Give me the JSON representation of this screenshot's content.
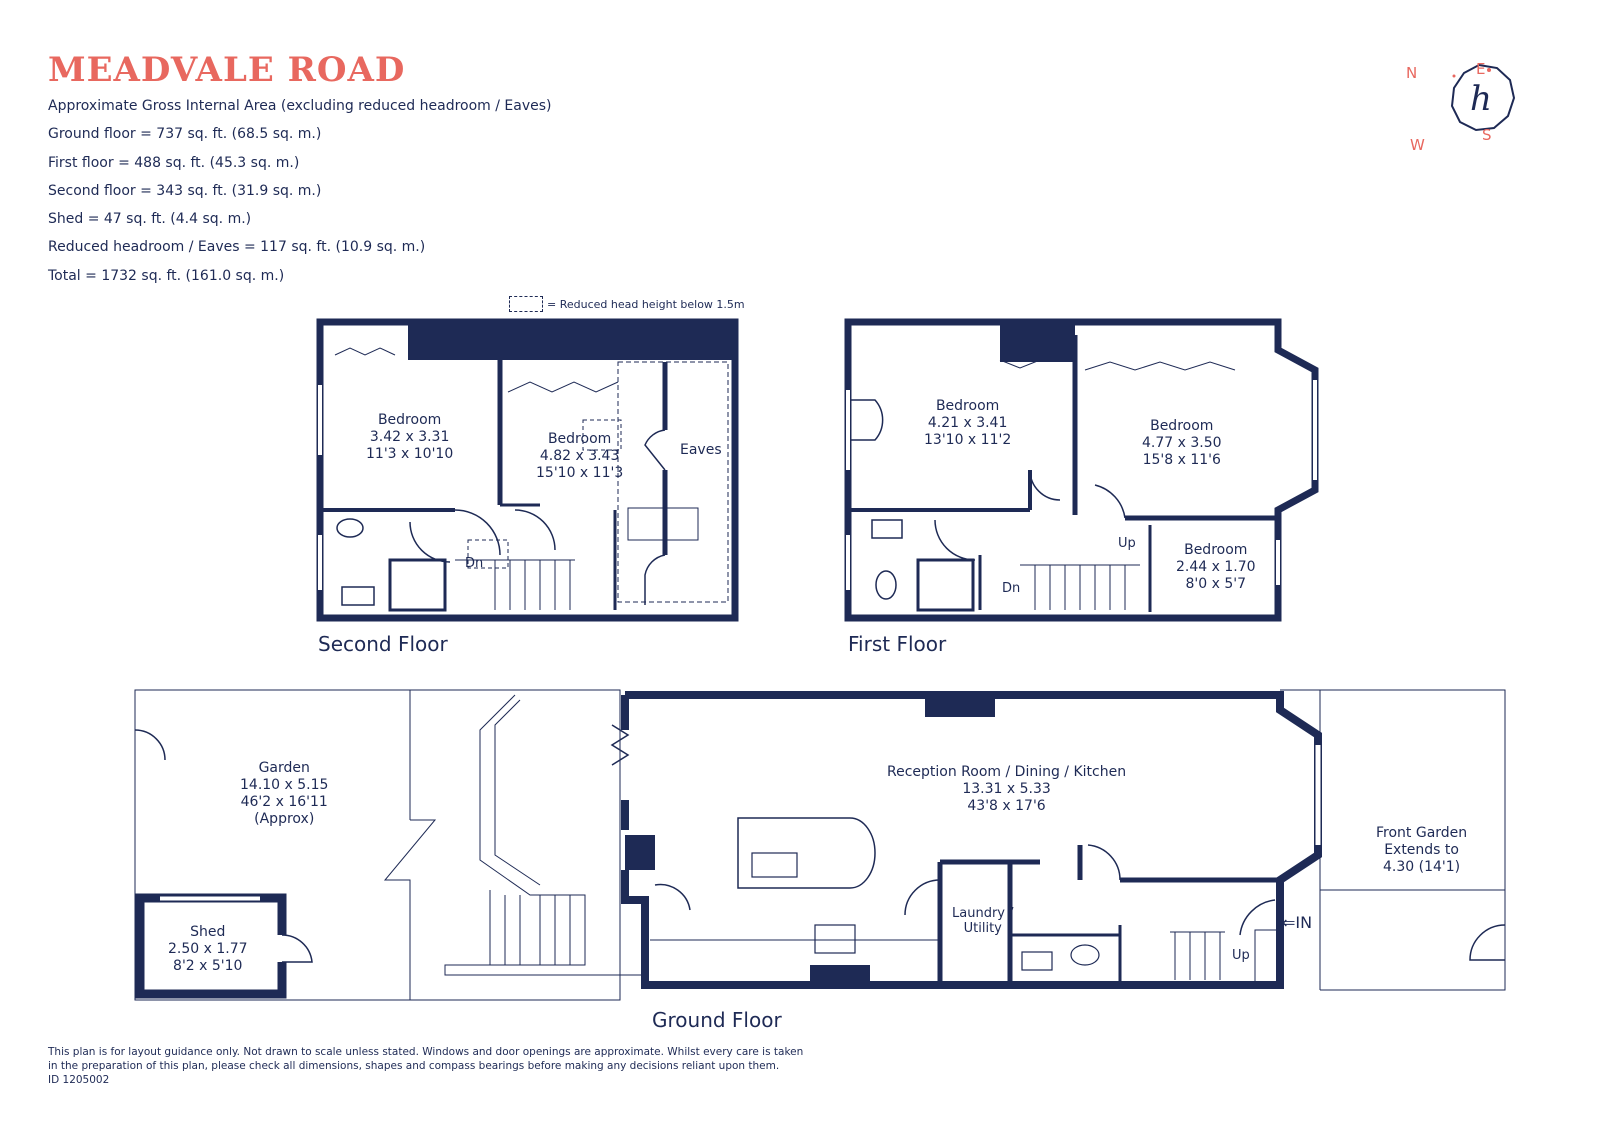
{
  "title": "MEADVALE ROAD",
  "areas": [
    "Approximate Gross Internal Area (excluding reduced headroom / Eaves)",
    "Ground floor = 737 sq. ft. (68.5 sq. m.)",
    "First floor  = 488 sq. ft. (45.3 sq. m.)",
    "Second floor  = 343 sq. ft. (31.9 sq. m.)",
    "Shed = 47 sq. ft. (4.4 sq. m.)",
    "Reduced headroom / Eaves = 117 sq. ft. (10.9 sq. m.)",
    "Total =  1732 sq. ft. (161.0 sq. m.)"
  ],
  "legend": "= Reduced head height below 1.5m",
  "compass": {
    "n": "N",
    "e": "E",
    "w": "W",
    "s": "S",
    "logo": "h"
  },
  "floors": {
    "second": "Second Floor",
    "first": "First Floor",
    "ground": "Ground Floor"
  },
  "rooms": {
    "second_bed1": [
      "Bedroom",
      "3.42 x 3.31",
      "11'3 x 10'10"
    ],
    "second_bed2": [
      "Bedroom",
      "4.82 x 3.43",
      "15'10 x 11'3"
    ],
    "eaves": "Eaves",
    "second_dn": "Dn",
    "first_bed1": [
      "Bedroom",
      "4.21 x 3.41",
      "13'10 x 11'2"
    ],
    "first_bed2": [
      "Bedroom",
      "4.77 x 3.50",
      "15'8 x 11'6"
    ],
    "first_bed3": [
      "Bedroom",
      "2.44 x 1.70",
      "8'0 x 5'7"
    ],
    "first_up": "Up",
    "first_dn": "Dn",
    "garden": [
      "Garden",
      "14.10 x 5.15",
      "46'2 x 16'11",
      "(Approx)"
    ],
    "shed": [
      "Shed",
      "2.50 x 1.77",
      "8'2 x 5'10"
    ],
    "reception": [
      "Reception Room / Dining / Kitchen",
      "13.31 x 5.33",
      "43'8 x 17'6"
    ],
    "laundry": [
      "Laundry /",
      "Utility"
    ],
    "front_garden": [
      "Front Garden",
      "Extends to",
      "4.30 (14'1)"
    ],
    "ground_up": "Up",
    "ground_in": "IN"
  },
  "disclaimer": [
    "This plan is for layout guidance only. Not drawn to scale unless stated. Windows and door openings are approximate. Whilst every care is taken",
    "in the preparation of this plan, please check all dimensions, shapes and compass bearings before making any decisions reliant upon them.",
    "ID 1205002"
  ],
  "colors": {
    "wall": "#1e2a55",
    "accent": "#e8685f",
    "background": "#ffffff"
  }
}
